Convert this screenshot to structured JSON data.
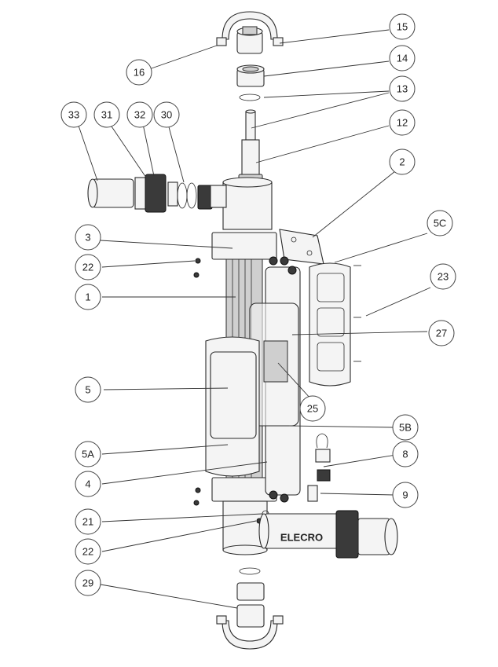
{
  "callouts": [
    {
      "id": "c16",
      "label": "16"
    },
    {
      "id": "c15",
      "label": "15"
    },
    {
      "id": "c14",
      "label": "14"
    },
    {
      "id": "c13",
      "label": "13"
    },
    {
      "id": "c12",
      "label": "12"
    },
    {
      "id": "c33",
      "label": "33"
    },
    {
      "id": "c31",
      "label": "31"
    },
    {
      "id": "c32",
      "label": "32"
    },
    {
      "id": "c30",
      "label": "30"
    },
    {
      "id": "c2",
      "label": "2"
    },
    {
      "id": "c3",
      "label": "3"
    },
    {
      "id": "c5C",
      "label": "5C"
    },
    {
      "id": "c22a",
      "label": "22"
    },
    {
      "id": "c23",
      "label": "23"
    },
    {
      "id": "c1",
      "label": "1"
    },
    {
      "id": "c27",
      "label": "27"
    },
    {
      "id": "c5",
      "label": "5"
    },
    {
      "id": "c25",
      "label": "25"
    },
    {
      "id": "c5B",
      "label": "5B"
    },
    {
      "id": "c5A",
      "label": "5A"
    },
    {
      "id": "c8",
      "label": "8"
    },
    {
      "id": "c4",
      "label": "4"
    },
    {
      "id": "c9",
      "label": "9"
    },
    {
      "id": "c21",
      "label": "21"
    },
    {
      "id": "c22b",
      "label": "22"
    },
    {
      "id": "c29",
      "label": "29"
    }
  ],
  "brand_label": "ELECRO"
}
